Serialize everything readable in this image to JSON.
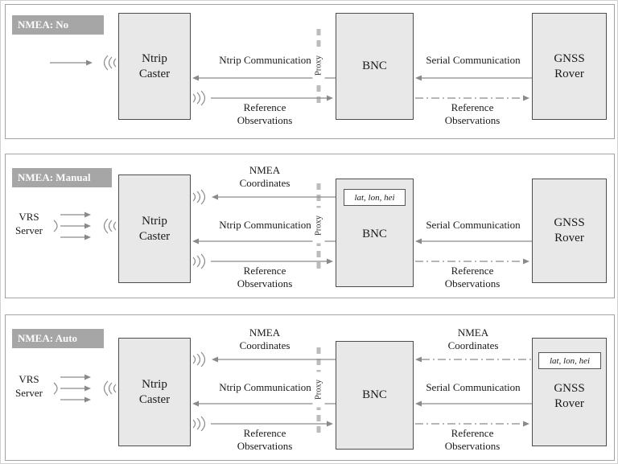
{
  "colors": {
    "node_fill": "#e8e8e8",
    "node_border": "#4d4d4d",
    "mode_label_bg": "#a6a6a6",
    "connector_line": "#8a8a8a",
    "proxy_bar": "#bcbcbc",
    "panel_border": "#a3a3a3"
  },
  "panels": [
    {
      "mode_label": "NMEA: No",
      "nodes": {
        "caster": "Ntrip Caster",
        "bnc": "BNC",
        "rover": "GNSS Rover",
        "proxy": "Proxy"
      },
      "edges": {
        "ntrip_communication": "Ntrip Communication",
        "reference_observations_left": "Reference Observations",
        "serial_communication": "Serial Communication",
        "reference_observations_right": "Reference Observations"
      }
    },
    {
      "mode_label": "NMEA: Manual",
      "vrs_server": "VRS Server",
      "coordinates_box": "lat, lon, hei",
      "nodes": {
        "caster": "Ntrip Caster",
        "bnc": "BNC",
        "rover": "GNSS Rover",
        "proxy": "Proxy"
      },
      "edges": {
        "nmea_coordinates_left": "NMEA Coordinates",
        "ntrip_communication": "Ntrip Communication",
        "reference_observations_left": "Reference Observations",
        "serial_communication": "Serial Communication",
        "reference_observations_right": "Reference Observations"
      }
    },
    {
      "mode_label": "NMEA: Auto",
      "vrs_server": "VRS Server",
      "coordinates_box": "lat, lon, hei",
      "nodes": {
        "caster": "Ntrip Caster",
        "bnc": "BNC",
        "rover": "GNSS Rover",
        "proxy": "Proxy"
      },
      "edges": {
        "nmea_coordinates_left": "NMEA Coordinates",
        "nmea_coordinates_right": "NMEA Coordinates",
        "ntrip_communication": "Ntrip Communication",
        "reference_observations_left": "Reference Observations",
        "serial_communication": "Serial Communication",
        "reference_observations_right": "Reference Observations"
      }
    }
  ]
}
